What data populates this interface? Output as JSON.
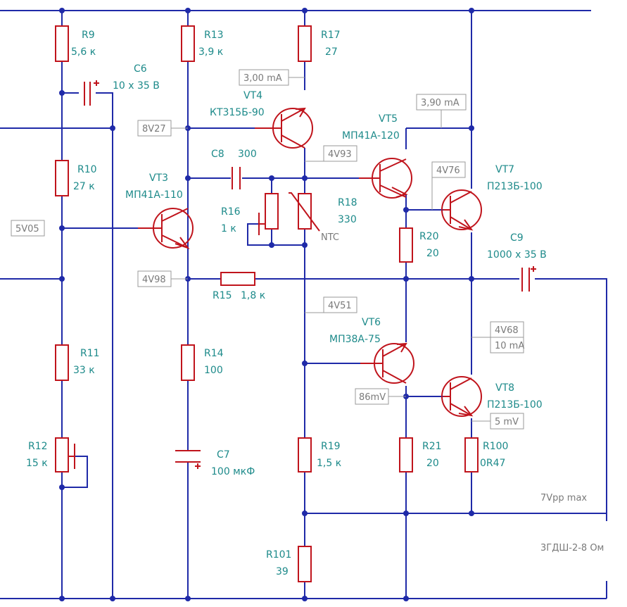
{
  "components": {
    "r9": {
      "ref": "R9",
      "value": "5,6 к"
    },
    "r10": {
      "ref": "R10",
      "value": "27 к"
    },
    "r11": {
      "ref": "R11",
      "value": "33 к"
    },
    "r12": {
      "ref": "R12",
      "value": "15 к"
    },
    "r13": {
      "ref": "R13",
      "value": "3,9 к"
    },
    "r14": {
      "ref": "R14",
      "value": "100"
    },
    "r15": {
      "ref": "R15",
      "value": "1,8 к"
    },
    "r16": {
      "ref": "R16",
      "value": "1 к"
    },
    "r17": {
      "ref": "R17",
      "value": "27"
    },
    "r18": {
      "ref": "R18",
      "value": "330",
      "type": "NTC"
    },
    "r19": {
      "ref": "R19",
      "value": "1,5 к"
    },
    "r20": {
      "ref": "R20",
      "value": "20"
    },
    "r21": {
      "ref": "R21",
      "value": "20"
    },
    "r100": {
      "ref": "R100",
      "value": "0R47"
    },
    "r101": {
      "ref": "R101",
      "value": "39"
    },
    "c6": {
      "ref": "C6",
      "value": "10 х  35 В"
    },
    "c7": {
      "ref": "C7",
      "value": "100 мкФ"
    },
    "c8": {
      "ref": "C8",
      "value": "300"
    },
    "c9": {
      "ref": "C9",
      "value": "1000  х  35 В"
    },
    "vt3": {
      "ref": "VT3",
      "value": "МП41А-110"
    },
    "vt4": {
      "ref": "VT4",
      "value": "КТ315Б-90"
    },
    "vt5": {
      "ref": "VT5",
      "value": "МП41А-120"
    },
    "vt6": {
      "ref": "VT6",
      "value": "МП38А-75"
    },
    "vt7": {
      "ref": "VT7",
      "value": "П213Б-100"
    },
    "vt8": {
      "ref": "VT8",
      "value": "П213Б-100"
    }
  },
  "measurements": {
    "v_5v05": "5V05",
    "v_8v27": "8V27",
    "v_4v98": "4V98",
    "v_4v93": "4V93",
    "v_4v76": "4V76",
    "v_4v51": "4V51",
    "v_4v68": "4V68",
    "i_10ma": "10 mA",
    "v_86mv": "86mV",
    "v_5mv": "5 mV",
    "i_300ma": "3,00 mA",
    "i_390ma": "3,90 mA"
  },
  "notes": {
    "vpp": "7Vpp max",
    "speaker": "3ГДШ-2-8 Ом"
  },
  "colors": {
    "wire": "#1f2aa8",
    "component": "#c0141c",
    "label": "#1d8a8a",
    "measurement": "#7a7a7a"
  }
}
